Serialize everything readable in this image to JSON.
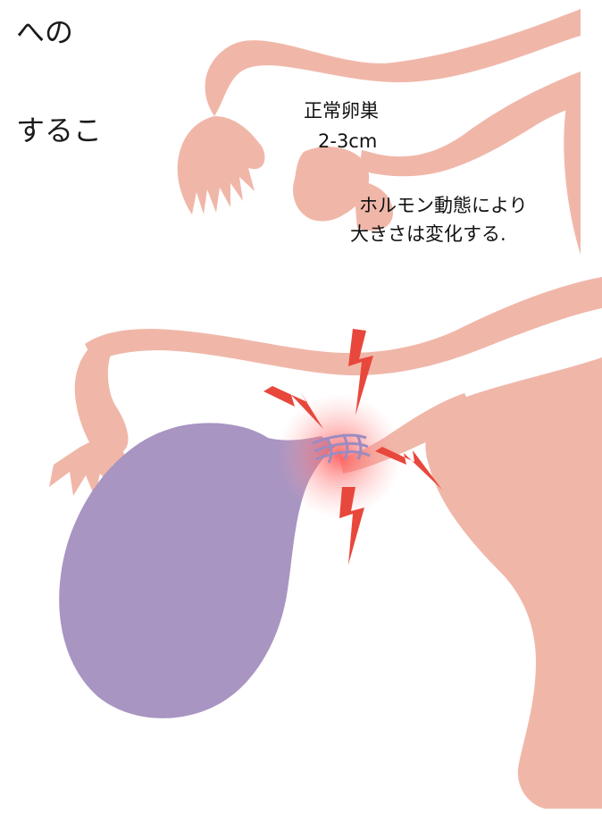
{
  "body_text": {
    "line1_fragment": "への",
    "line2_fragment": "するこ"
  },
  "labels": {
    "normal_ovary_title": "正常卵巣",
    "normal_ovary_size": "2-3cm",
    "hormone_note_line1": "ホルモン動態により",
    "hormone_note_line2": "大きさは変化する."
  },
  "colors": {
    "tissue": "#f0b7a9",
    "tissue_edge": "#e9a796",
    "enlarged_ovary": "#a895c2",
    "twist_glow": "#ff6a6a",
    "lightning": "#e8473c",
    "background": "#ffffff"
  },
  "icons": [
    "lightning-bolt-icon",
    "twisted-pedicle-icon"
  ]
}
